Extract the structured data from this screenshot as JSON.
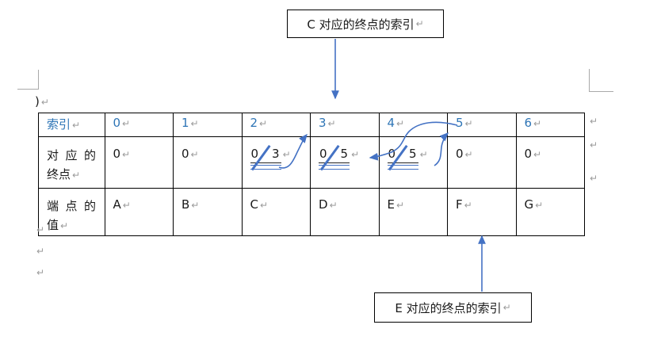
{
  "page": {
    "paren": ")",
    "pilcrow": "↵"
  },
  "colors": {
    "header_text_blue": "#2E75B6",
    "shape_arrow_blue": "#4472C4",
    "table_border": "#000000",
    "formatting_mark_gray": "#9b9b9b",
    "crop_mark_gray": "#a9a9a9"
  },
  "callouts": {
    "top": "C 对应的终点的索引",
    "bottom": "E 对应的终点的索引"
  },
  "table": {
    "header_label": "索引",
    "indices": [
      "0",
      "1",
      "2",
      "3",
      "4",
      "5",
      "6"
    ],
    "endpoint_row": {
      "label_words": [
        "对",
        "应",
        "的"
      ],
      "label_line2": "终点",
      "cells": [
        {
          "type": "plain",
          "value": "0"
        },
        {
          "type": "plain",
          "value": "0"
        },
        {
          "type": "pair",
          "old": "0",
          "new": "3"
        },
        {
          "type": "pair",
          "old": "0",
          "new": "5"
        },
        {
          "type": "pair",
          "old": "0",
          "new": "5"
        },
        {
          "type": "plain",
          "value": "0"
        },
        {
          "type": "plain",
          "value": "0"
        }
      ]
    },
    "value_row": {
      "label_words": [
        "端",
        "点",
        "的"
      ],
      "label_line2": "值",
      "cells": [
        "A",
        "B",
        "C",
        "D",
        "E",
        "F",
        "G"
      ]
    }
  }
}
